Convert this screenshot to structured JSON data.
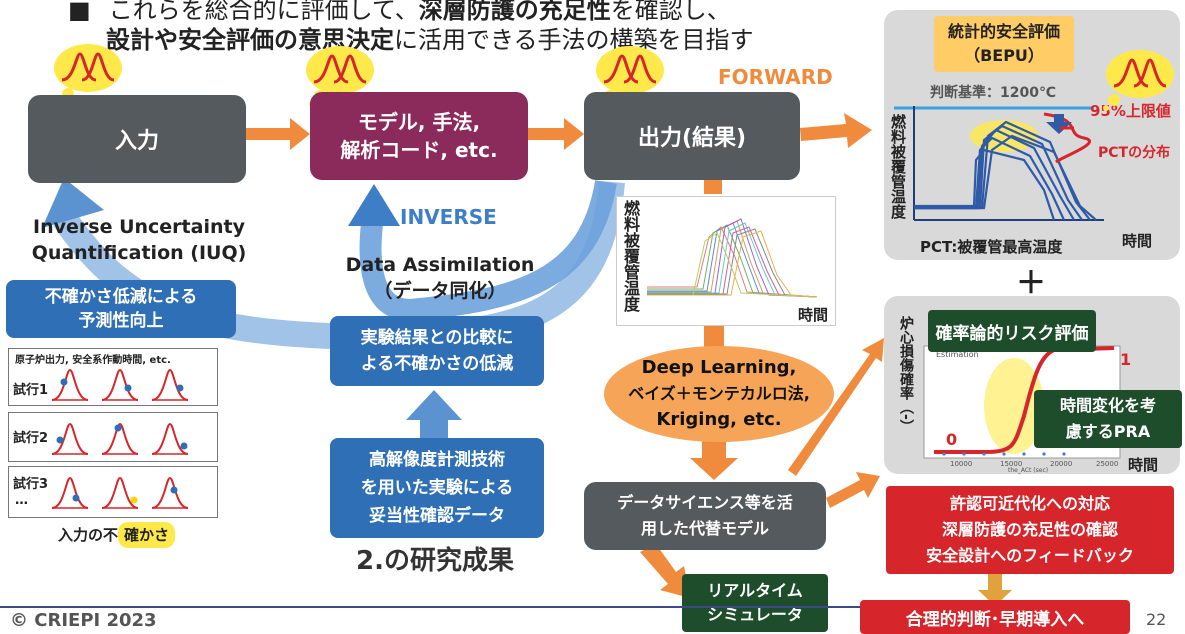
{
  "header": {
    "bullet": "■",
    "line1_plain1": "これらを総合的に評価して、",
    "line1_bold": "深層防護の充足性",
    "line1_plain2": "を確認し、",
    "line2_bold": "設計や安全評価の意思決定",
    "line2_plain": "に活用できる手法の構築を目指す"
  },
  "flow": {
    "input": "入力",
    "model_line1": "モデル, 手法,",
    "model_line2": "解析コード, etc.",
    "output": "出力(結果)",
    "forward": "FORWARD",
    "inverse": "INVERSE",
    "data_assim_line1": "Data Assimilation",
    "data_assim_line2": "（データ同化）",
    "iuq_line1": "Inverse Uncertainty",
    "iuq_line2": "Quantification (IUQ)",
    "reduce_box_line1": "不確かさ低減による",
    "reduce_box_line2": "予測性向上",
    "compare_line1": "実験結果との比較に",
    "compare_line2": "よる不確かさの低減",
    "hires_line1": "高解像度計測技術",
    "hires_line2": "を用いた実験による",
    "hires_line3": "妥当性確認データ",
    "research_result": "2.の研究成果"
  },
  "trials": {
    "header": "原子炉出力, 安全系作動時間, etc.",
    "rows": [
      "試行1",
      "試行2",
      "試行3"
    ],
    "ellipsis": "…",
    "caption_plain": "入力の不",
    "caption_highlight": "確かさ"
  },
  "spaghetti": {
    "ylabel": "燃料被覆管温度",
    "xlabel": "時間"
  },
  "ml": {
    "line1": "Deep Learning,",
    "line2": "ベイズ＋モンテカルロ法,",
    "line3": "Kriging, etc."
  },
  "surrogate": {
    "line1": "データサイエンス等を活",
    "line2": "用した代替モデル"
  },
  "realtime": {
    "line1": "リアルタイム",
    "line2": "シミュレータ"
  },
  "bepu": {
    "title_line1": "統計的安全評価",
    "title_line2": "（BEPU）",
    "criterion": "判断基準：1200℃",
    "upper": "95%上限値",
    "dist": "PCTの分布",
    "ylabel": "燃料被覆管温度",
    "xlabel": "時間",
    "pct": "PCT:被覆管最高温度"
  },
  "plus": "＋",
  "pra": {
    "title": "確率論的リスク評価",
    "ylabel": "炉心損傷確率（-）",
    "xlabel": "時間",
    "one": "1",
    "zero": "0",
    "legend": "Estimation",
    "xticks": [
      "10000",
      "15000",
      "20000",
      "25000"
    ],
    "axis_name": "the_ACt (sec)",
    "tv_line1": "時間変化を考",
    "tv_line2": "慮するPRA"
  },
  "outcomes": {
    "line1": "許認可近代化への対応",
    "line2": "深層防護の充足性の確認",
    "line3": "安全設計へのフィードバック",
    "final": "合理的判断･早期導入へ"
  },
  "footer": {
    "copyright": "© CRIEPI 2023",
    "page": "22"
  },
  "colors": {
    "dark_box": "#555a5e",
    "model_box": "#8b2b5c",
    "blue_box": "#2f6fb5",
    "orange_arrow": "#f08a3c",
    "red": "#d6262b",
    "green": "#1e4d2b"
  }
}
